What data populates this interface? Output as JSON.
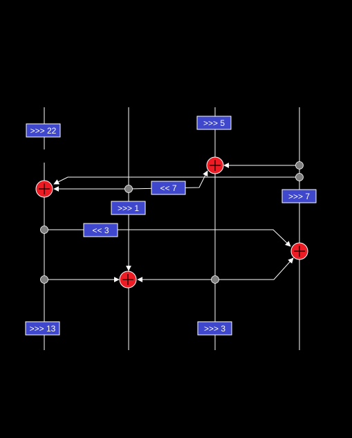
{
  "diagram": {
    "background": "#000000",
    "box_color": "#3f48cc",
    "xor_color": "#ed1c24",
    "node_color": "#7f7f7f",
    "ops": {
      "rot22": ">>> 22",
      "rot5": ">>> 5",
      "rot7": ">>> 7",
      "shl7": "<< 7",
      "rot1": ">>> 1",
      "shl3": "<< 3",
      "rot13": ">>> 13",
      "rot3": ">>> 3"
    }
  }
}
